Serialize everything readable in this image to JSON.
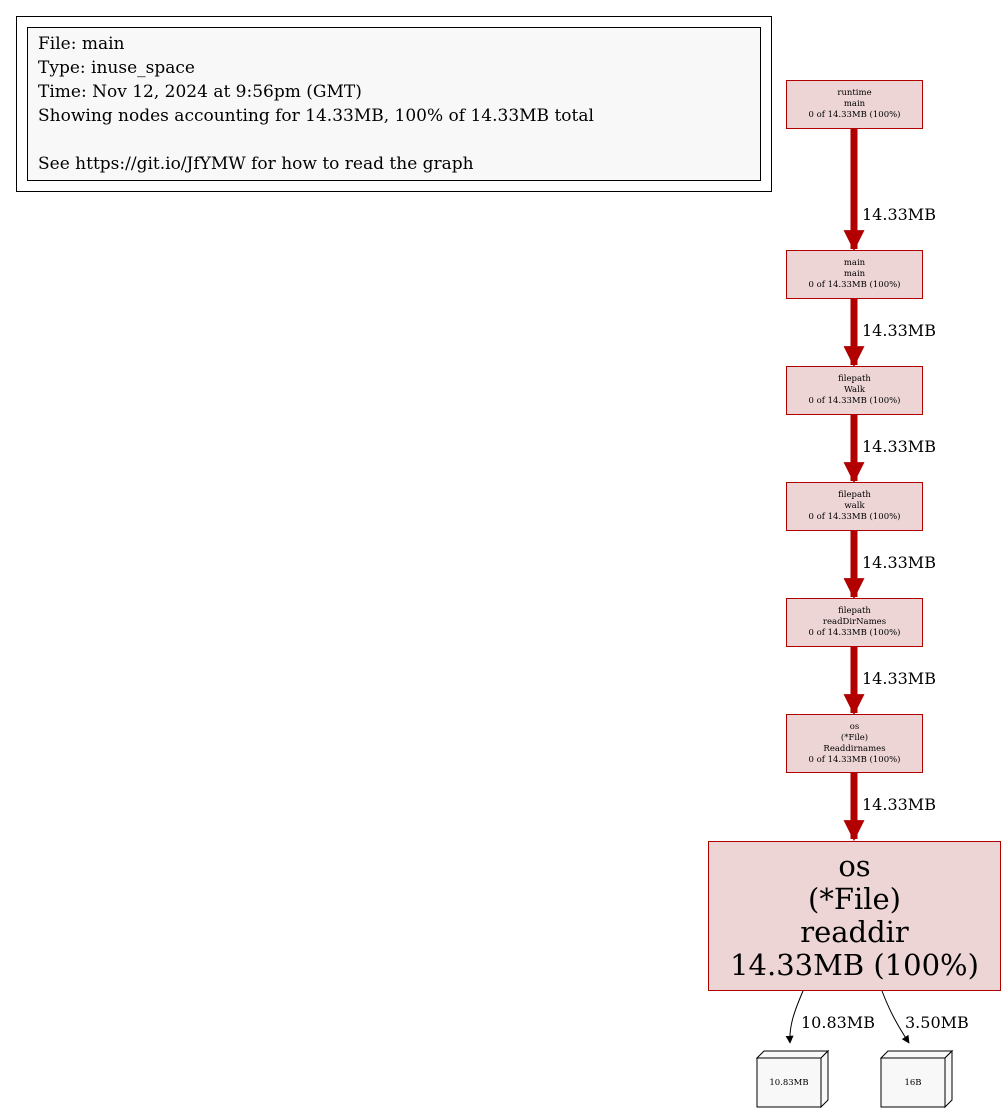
{
  "legend": {
    "lines": [
      "File: main",
      "Type: inuse_space",
      "Time: Nov 12, 2024 at 9:56pm (GMT)",
      "Showing nodes accounting for 14.33MB, 100% of 14.33MB total",
      "",
      "See https://git.io/JfYMW for how to read the graph"
    ]
  },
  "nodes": [
    {
      "id": "runtime-main",
      "lines": [
        "runtime",
        "main",
        "0 of 14.33MB (100%)"
      ]
    },
    {
      "id": "main-main",
      "lines": [
        "main",
        "main",
        "0 of 14.33MB (100%)"
      ]
    },
    {
      "id": "filepath-Walk",
      "lines": [
        "filepath",
        "Walk",
        "0 of 14.33MB (100%)"
      ]
    },
    {
      "id": "filepath-walk",
      "lines": [
        "filepath",
        "walk",
        "0 of 14.33MB (100%)"
      ]
    },
    {
      "id": "filepath-readDirNames",
      "lines": [
        "filepath",
        "readDirNames",
        "0 of 14.33MB (100%)"
      ]
    },
    {
      "id": "os-File-Readdirnames",
      "lines": [
        "os",
        "(*File)",
        "Readdirnames",
        "0 of 14.33MB (100%)"
      ]
    },
    {
      "id": "os-File-readdir",
      "lines": [
        "os",
        "(*File)",
        "readdir",
        "14.33MB (100%)"
      ]
    }
  ],
  "edges": [
    {
      "from": "runtime-main",
      "to": "main-main",
      "label": "14.33MB"
    },
    {
      "from": "main-main",
      "to": "filepath-Walk",
      "label": "14.33MB"
    },
    {
      "from": "filepath-Walk",
      "to": "filepath-walk",
      "label": "14.33MB"
    },
    {
      "from": "filepath-walk",
      "to": "filepath-readDirNames",
      "label": "14.33MB"
    },
    {
      "from": "filepath-readDirNames",
      "to": "os-File-Readdirnames",
      "label": "14.33MB"
    },
    {
      "from": "os-File-Readdirnames",
      "to": "os-File-readdir",
      "label": "14.33MB"
    }
  ],
  "leaf_edges": [
    {
      "label": "10.83MB",
      "leaf_label": "10.83MB"
    },
    {
      "label": "3.50MB",
      "leaf_label": "16B"
    }
  ],
  "colors": {
    "node_fill": "#edd5d5",
    "node_border": "#b20000",
    "edge": "#b20000",
    "legend_fill": "#f8f8f8",
    "leaf_fill": "#f8f8f8"
  }
}
